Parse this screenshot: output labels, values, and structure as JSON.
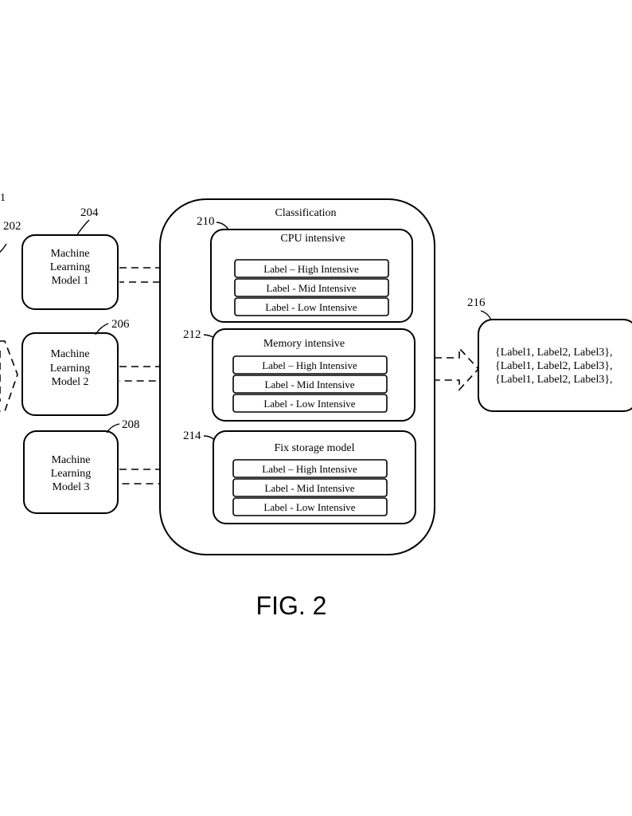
{
  "partial_ref": "1",
  "refs": {
    "system": "202",
    "model1": "204",
    "model2": "206",
    "model3": "208",
    "cpu": "210",
    "memory": "212",
    "storage": "214",
    "output": "216"
  },
  "models": [
    {
      "line1": "Machine",
      "line2": "Learning",
      "line3": "Model 1"
    },
    {
      "line1": "Machine",
      "line2": "Learning",
      "line3": "Model 2"
    },
    {
      "line1": "Machine",
      "line2": "Learning",
      "line3": "Model 3"
    }
  ],
  "classification": {
    "title": "Classification",
    "groups": [
      {
        "title": "CPU intensive",
        "labels": [
          "Label – High Intensive",
          "Label - Mid Intensive",
          "Label - Low Intensive"
        ]
      },
      {
        "title": "Memory intensive",
        "labels": [
          "Label – High Intensive",
          "Label - Mid Intensive",
          "Label - Low Intensive"
        ]
      },
      {
        "title": "Fix storage model",
        "labels": [
          "Label – High Intensive",
          "Label - Mid Intensive",
          "Label - Low Intensive"
        ]
      }
    ]
  },
  "output": {
    "lines": [
      "{Label1, Label2, Label3},",
      "{Label1, Label2, Label3},",
      "{Label1, Label2, Label3},"
    ]
  },
  "figure_caption": "FIG. 2"
}
